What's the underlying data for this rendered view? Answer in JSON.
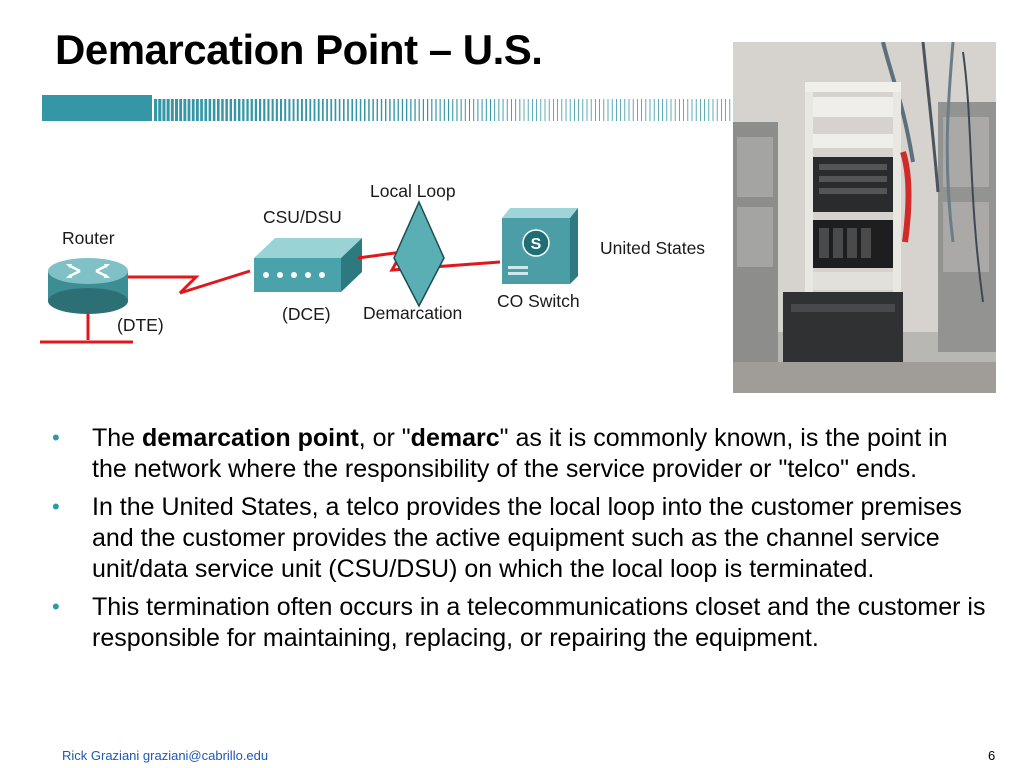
{
  "slide": {
    "title": "Demarcation Point – U.S.",
    "page_number": "6"
  },
  "diagram": {
    "router_label": "Router",
    "dte_label": "(DTE)",
    "csu_dsu_label": "CSU/DSU",
    "dce_label": "(DCE)",
    "local_loop_label": "Local Loop",
    "demarcation_label": "Demarcation",
    "co_switch_label": "CO Switch",
    "switch_glyph": "S",
    "united_states_label": "United States"
  },
  "bullets": [
    {
      "b1_pre": "The ",
      "b1_bold1": "demarcation point",
      "b1_mid": ", or \"",
      "b1_bold2": "demarc",
      "b1_post": "\" as it is commonly known, is the point in the network where the responsibility of the service provider or \"telco\" ends."
    },
    {
      "text": "In the United States, a telco provides the local loop into the customer premises and the customer provides the active equipment such as the channel service unit/data service unit (CSU/DSU) on which the local loop is terminated."
    },
    {
      "text": "This termination often occurs in a telecommunications closet and the customer is responsible for maintaining, replacing, or repairing the equipment."
    }
  ],
  "footer": {
    "author": "Rick Graziani  graziani@cabrillo.edu"
  },
  "colors": {
    "teal_accent": "#2a9aa6",
    "link_blue": "#1f58b4",
    "wire_red": "#e0181c"
  }
}
